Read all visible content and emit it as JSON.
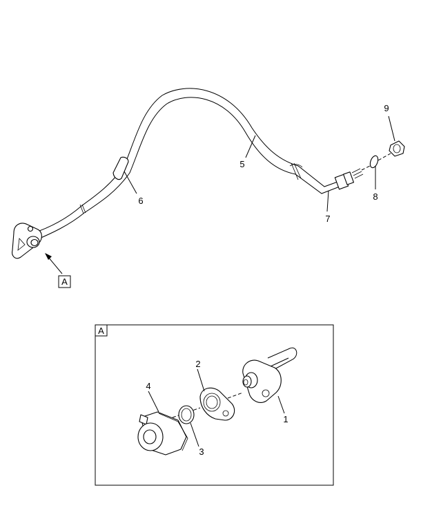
{
  "diagram": {
    "callouts": {
      "c1": "1",
      "c2": "2",
      "c3": "3",
      "c4": "4",
      "c5": "5",
      "c6": "6",
      "c7": "7",
      "c8": "8",
      "c9": "9"
    },
    "view_ref": "A",
    "detail_label": "A"
  }
}
